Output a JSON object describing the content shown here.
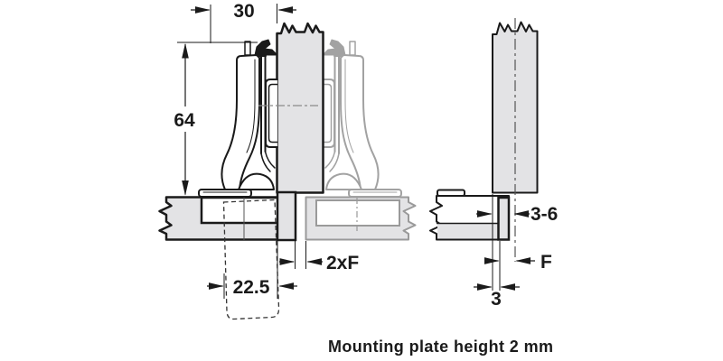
{
  "colors": {
    "ink": "#1a1a1a",
    "secondary_line": "#9a9a9a",
    "panel_fill": "#e3e3e5",
    "background": "#ffffff"
  },
  "front_view": {
    "dims": {
      "top_width": "30",
      "height": "64",
      "cup_distance": "22.5",
      "double_overlay": "2xF"
    }
  },
  "side_view": {
    "dims": {
      "door_gap": "3-6",
      "overlay": "F",
      "plate_gap": "3"
    }
  },
  "caption": "Mounting plate height 2 mm"
}
